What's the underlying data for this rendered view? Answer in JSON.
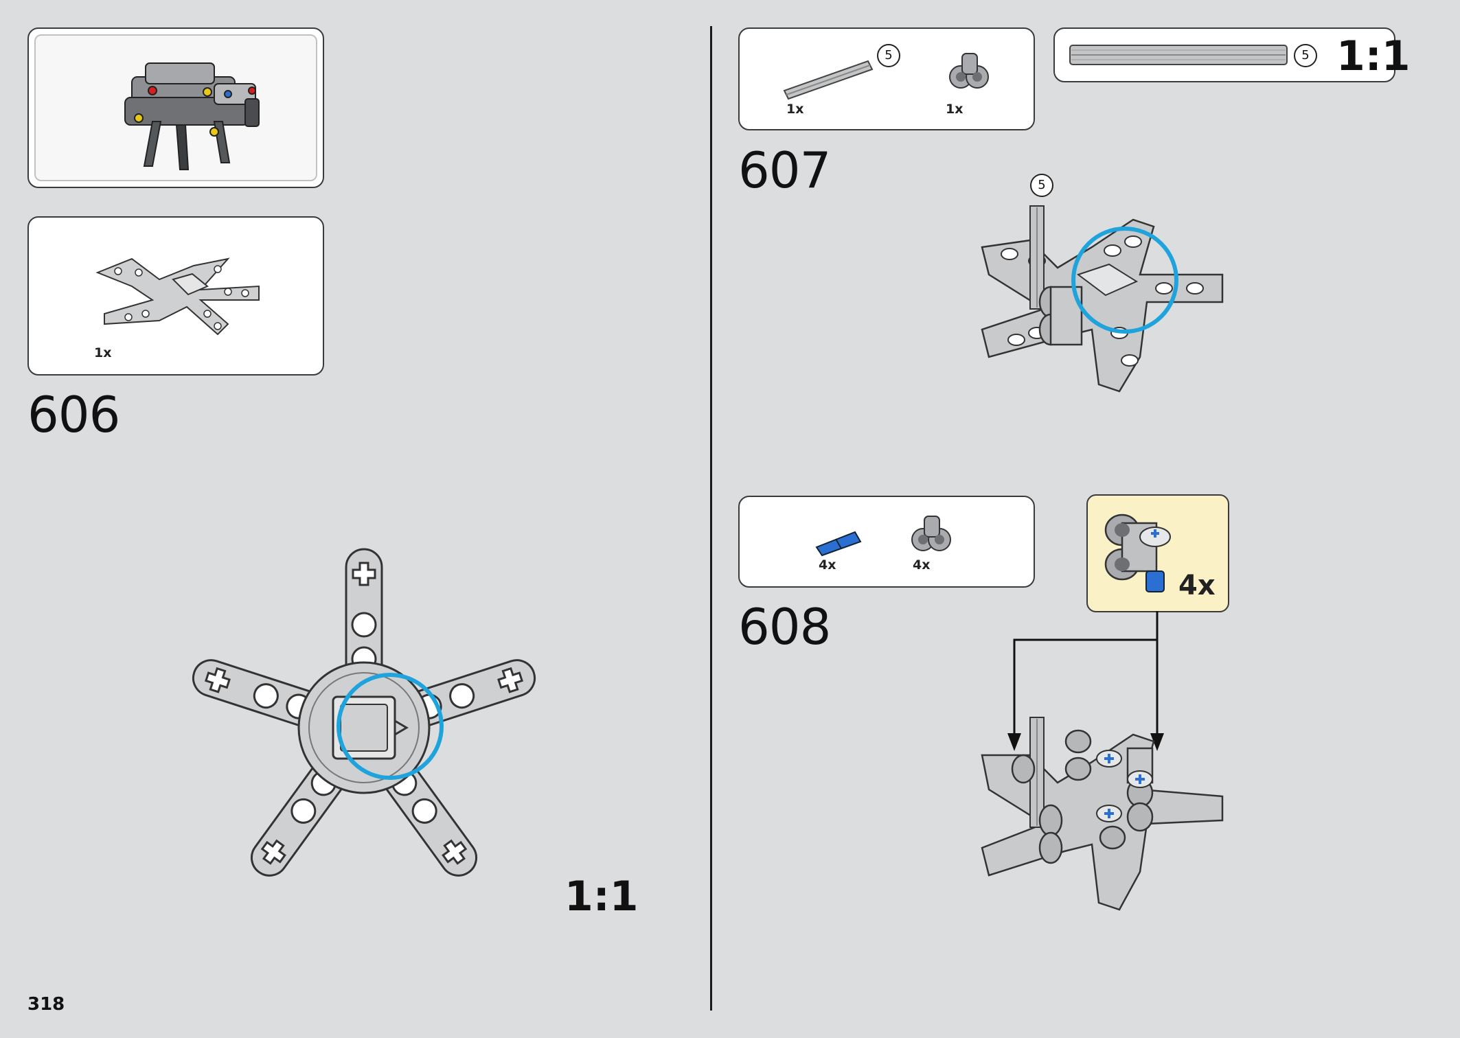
{
  "page": {
    "number": "318"
  },
  "left": {
    "step_number": "606",
    "parts": [
      {
        "qty": "1x",
        "icon": "five-arm-star-beam-icon"
      }
    ],
    "scale_label": "1:1"
  },
  "right": {
    "step_607": {
      "number": "607",
      "parts": [
        {
          "qty": "1x",
          "icon": "axle-5-icon",
          "length_badge": "5"
        },
        {
          "qty": "1x",
          "icon": "double-pin-connector-icon"
        }
      ],
      "axle_scale": {
        "length_badge": "5",
        "scale_label": "1:1"
      },
      "callout_badge": "5"
    },
    "step_608": {
      "number": "608",
      "parts": [
        {
          "qty": "4x",
          "icon": "blue-axle-pin-icon"
        },
        {
          "qty": "4x",
          "icon": "double-pin-connector-icon"
        }
      ],
      "subassembly": {
        "qty": "4x"
      }
    }
  },
  "colors": {
    "background": "#dcdddf",
    "highlight_circle": "#1ea3dc",
    "callout_bg": "#fbf1c6",
    "pin_blue": "#2a6fd1"
  }
}
